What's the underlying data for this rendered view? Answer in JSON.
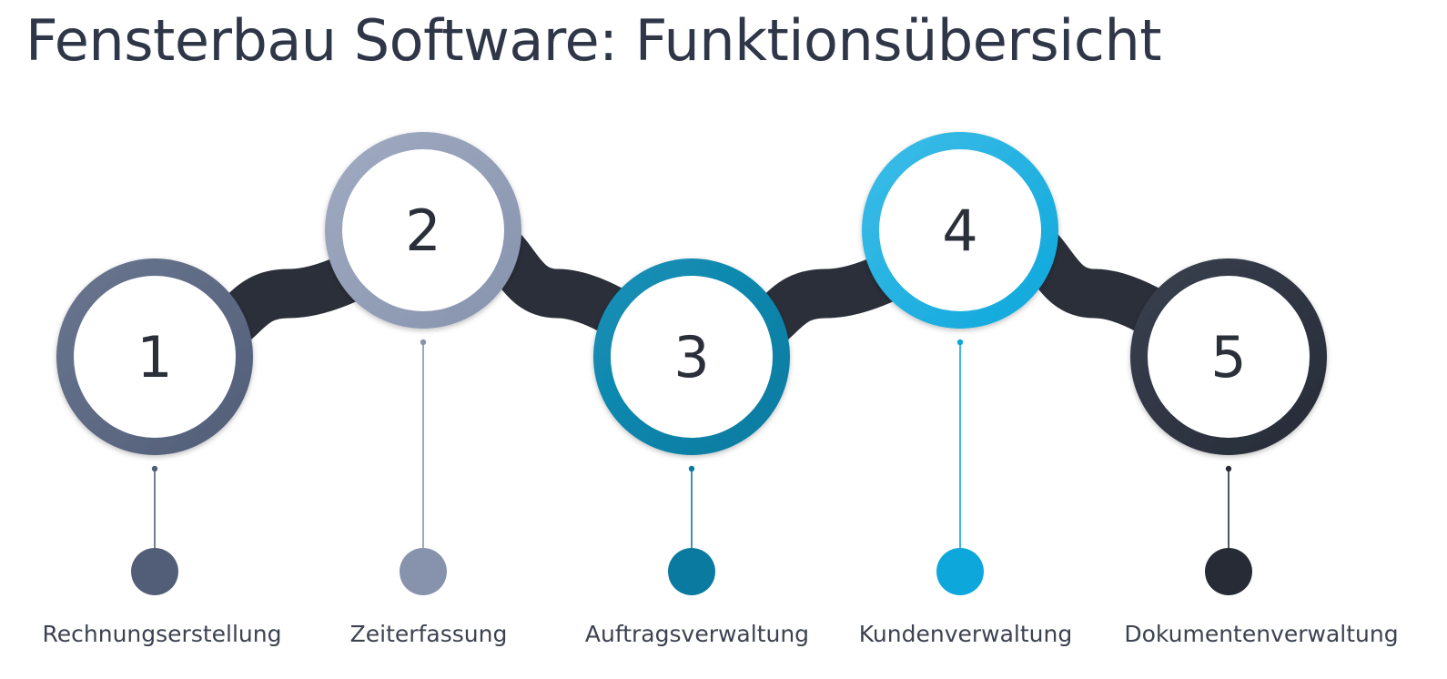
{
  "title": "Fensterbau Software: Funktionsübersicht",
  "connector_color": "#2a2f3a",
  "steps": [
    {
      "number": "1",
      "label": "Rechnungserstellung",
      "color": "#525e78",
      "color_light": "#6a7690"
    },
    {
      "number": "2",
      "label": "Zeiterfassung",
      "color": "#8793ad",
      "color_light": "#a0abc2"
    },
    {
      "number": "3",
      "label": "Auftragsverwaltung",
      "color": "#0a7aa0",
      "color_light": "#1591b8"
    },
    {
      "number": "4",
      "label": "Kundenverwaltung",
      "color": "#0ea7db",
      "color_light": "#3dbde8"
    },
    {
      "number": "5",
      "label": "Dokumentenverwaltung",
      "color": "#262b36",
      "color_light": "#3a4050"
    }
  ]
}
